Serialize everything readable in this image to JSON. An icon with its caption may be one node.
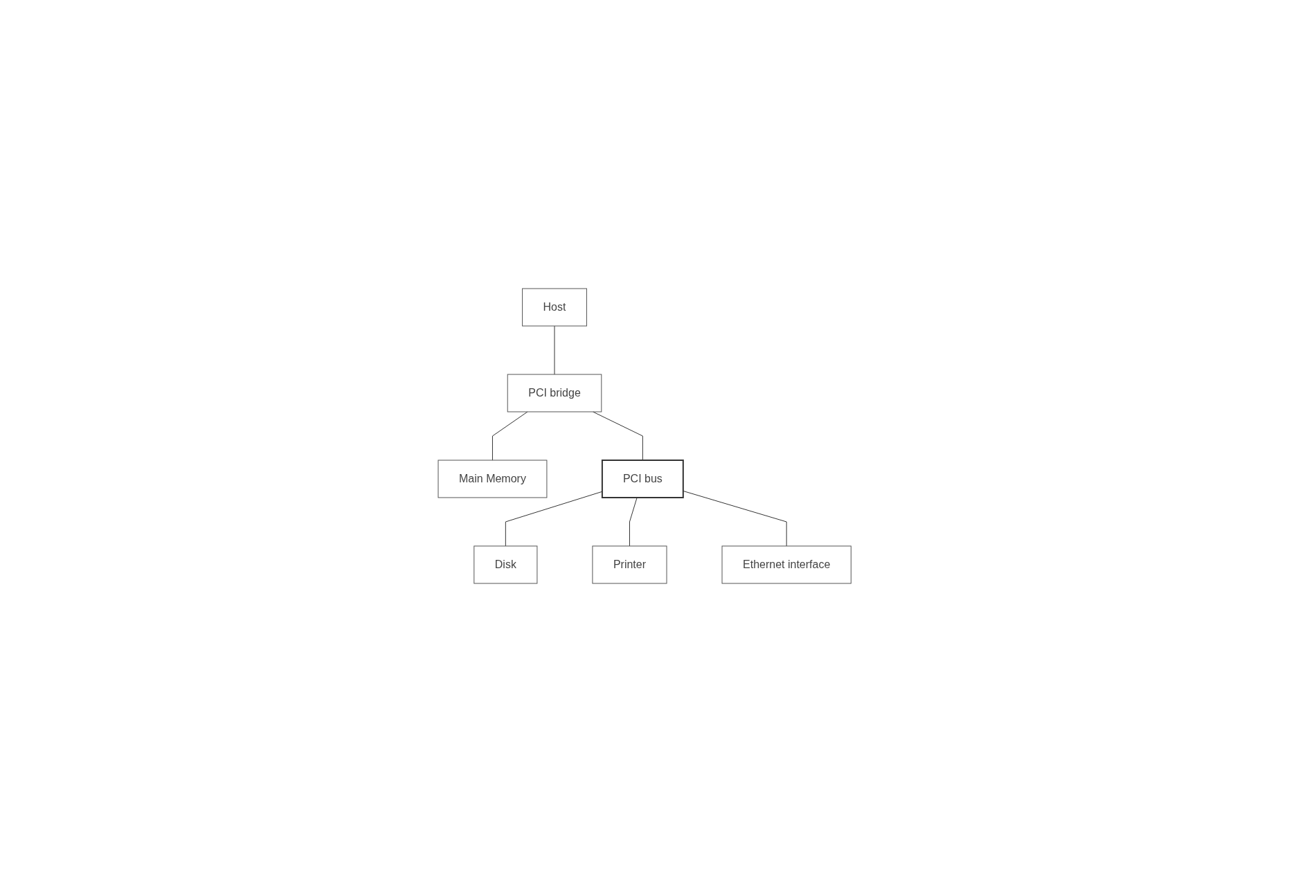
{
  "diagram": {
    "nodes": [
      {
        "text": [
          "Host"
        ]
      },
      {
        "text": [
          "PCI bridge"
        ]
      },
      {
        "text": [
          "Main Memory"
        ]
      },
      {
        "text": [
          "PCI bus"
        ]
      },
      {
        "text": [
          "Disk"
        ]
      },
      {
        "text": [
          "Printer"
        ]
      },
      {
        "text": [
          "Ethernet interface"
        ]
      }
    ],
    "edges": [
      {
        "from": 0,
        "to": 1,
        "arrow": "none"
      },
      {
        "from": 1,
        "to": 2,
        "arrow": "none"
      },
      {
        "from": 1,
        "to": 3,
        "arrow": "none"
      },
      {
        "from": 3,
        "to": 4,
        "arrow": "none"
      },
      {
        "from": 3,
        "to": 5,
        "arrow": "none"
      },
      {
        "from": 3,
        "to": 6,
        "arrow": "none"
      }
    ]
  }
}
